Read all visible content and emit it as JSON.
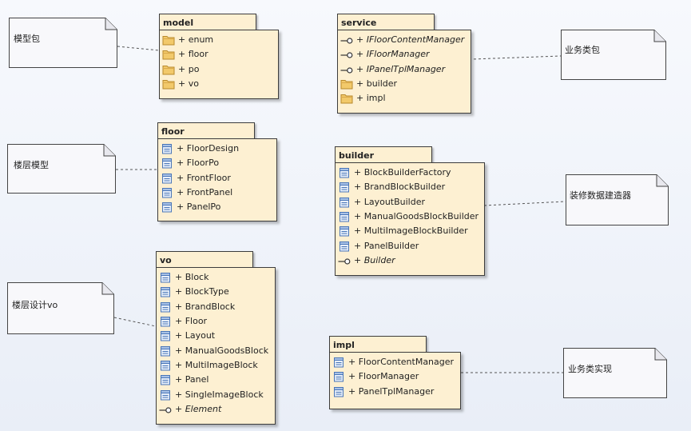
{
  "packages": {
    "model": {
      "title": "model",
      "items": [
        {
          "kind": "folder",
          "text": "+ enum"
        },
        {
          "kind": "folder",
          "text": "+ floor"
        },
        {
          "kind": "folder",
          "text": "+ po"
        },
        {
          "kind": "folder",
          "text": "+ vo"
        }
      ]
    },
    "service": {
      "title": "service",
      "items": [
        {
          "kind": "interface",
          "text": "+ IFloorContentManager"
        },
        {
          "kind": "interface",
          "text": "+ IFloorManager"
        },
        {
          "kind": "interface",
          "text": "+ IPanelTplManager"
        },
        {
          "kind": "folder",
          "text": "+ builder"
        },
        {
          "kind": "folder",
          "text": "+ impl"
        }
      ]
    },
    "floor": {
      "title": "floor",
      "items": [
        {
          "kind": "class",
          "text": "+ FloorDesign"
        },
        {
          "kind": "class",
          "text": "+ FloorPo"
        },
        {
          "kind": "class",
          "text": "+ FrontFloor"
        },
        {
          "kind": "class",
          "text": "+ FrontPanel"
        },
        {
          "kind": "class",
          "text": "+ PanelPo"
        }
      ]
    },
    "builder": {
      "title": "builder",
      "items": [
        {
          "kind": "class",
          "text": "+ BlockBuilderFactory"
        },
        {
          "kind": "class",
          "text": "+ BrandBlockBuilder"
        },
        {
          "kind": "class",
          "text": "+ LayoutBuilder"
        },
        {
          "kind": "class",
          "text": "+ ManualGoodsBlockBuilder"
        },
        {
          "kind": "class",
          "text": "+ MultiImageBlockBuilder"
        },
        {
          "kind": "class",
          "text": "+ PanelBuilder"
        },
        {
          "kind": "interface",
          "text": "+ Builder"
        }
      ]
    },
    "vo": {
      "title": "vo",
      "items": [
        {
          "kind": "class",
          "text": "+ Block"
        },
        {
          "kind": "class",
          "text": "+ BlockType"
        },
        {
          "kind": "class",
          "text": "+ BrandBlock"
        },
        {
          "kind": "class",
          "text": "+ Floor"
        },
        {
          "kind": "class",
          "text": "+ Layout"
        },
        {
          "kind": "class",
          "text": "+ ManualGoodsBlock"
        },
        {
          "kind": "class",
          "text": "+ MultiImageBlock"
        },
        {
          "kind": "class",
          "text": "+ Panel"
        },
        {
          "kind": "class",
          "text": "+ SingleImageBlock"
        },
        {
          "kind": "interface",
          "text": "+ Element"
        }
      ]
    },
    "impl": {
      "title": "impl",
      "items": [
        {
          "kind": "class",
          "text": "+ FloorContentManager"
        },
        {
          "kind": "class",
          "text": "+ FloorManager"
        },
        {
          "kind": "class",
          "text": "+ PanelTplManager"
        }
      ]
    }
  },
  "notes": {
    "note_model": "模型包",
    "note_service": "业务类包",
    "note_floor": "楼层模型",
    "note_builder": "装修数据建造器",
    "note_vo": "楼层设计vo",
    "note_impl": "业务类实现"
  },
  "colors": {
    "package_fill": "#fdf0d2",
    "package_border": "#3c3c3c",
    "note_fill": "#f8f8fb",
    "connector": "#555555",
    "folder": "#f2c96a",
    "class_icon": "#4a76b8"
  }
}
